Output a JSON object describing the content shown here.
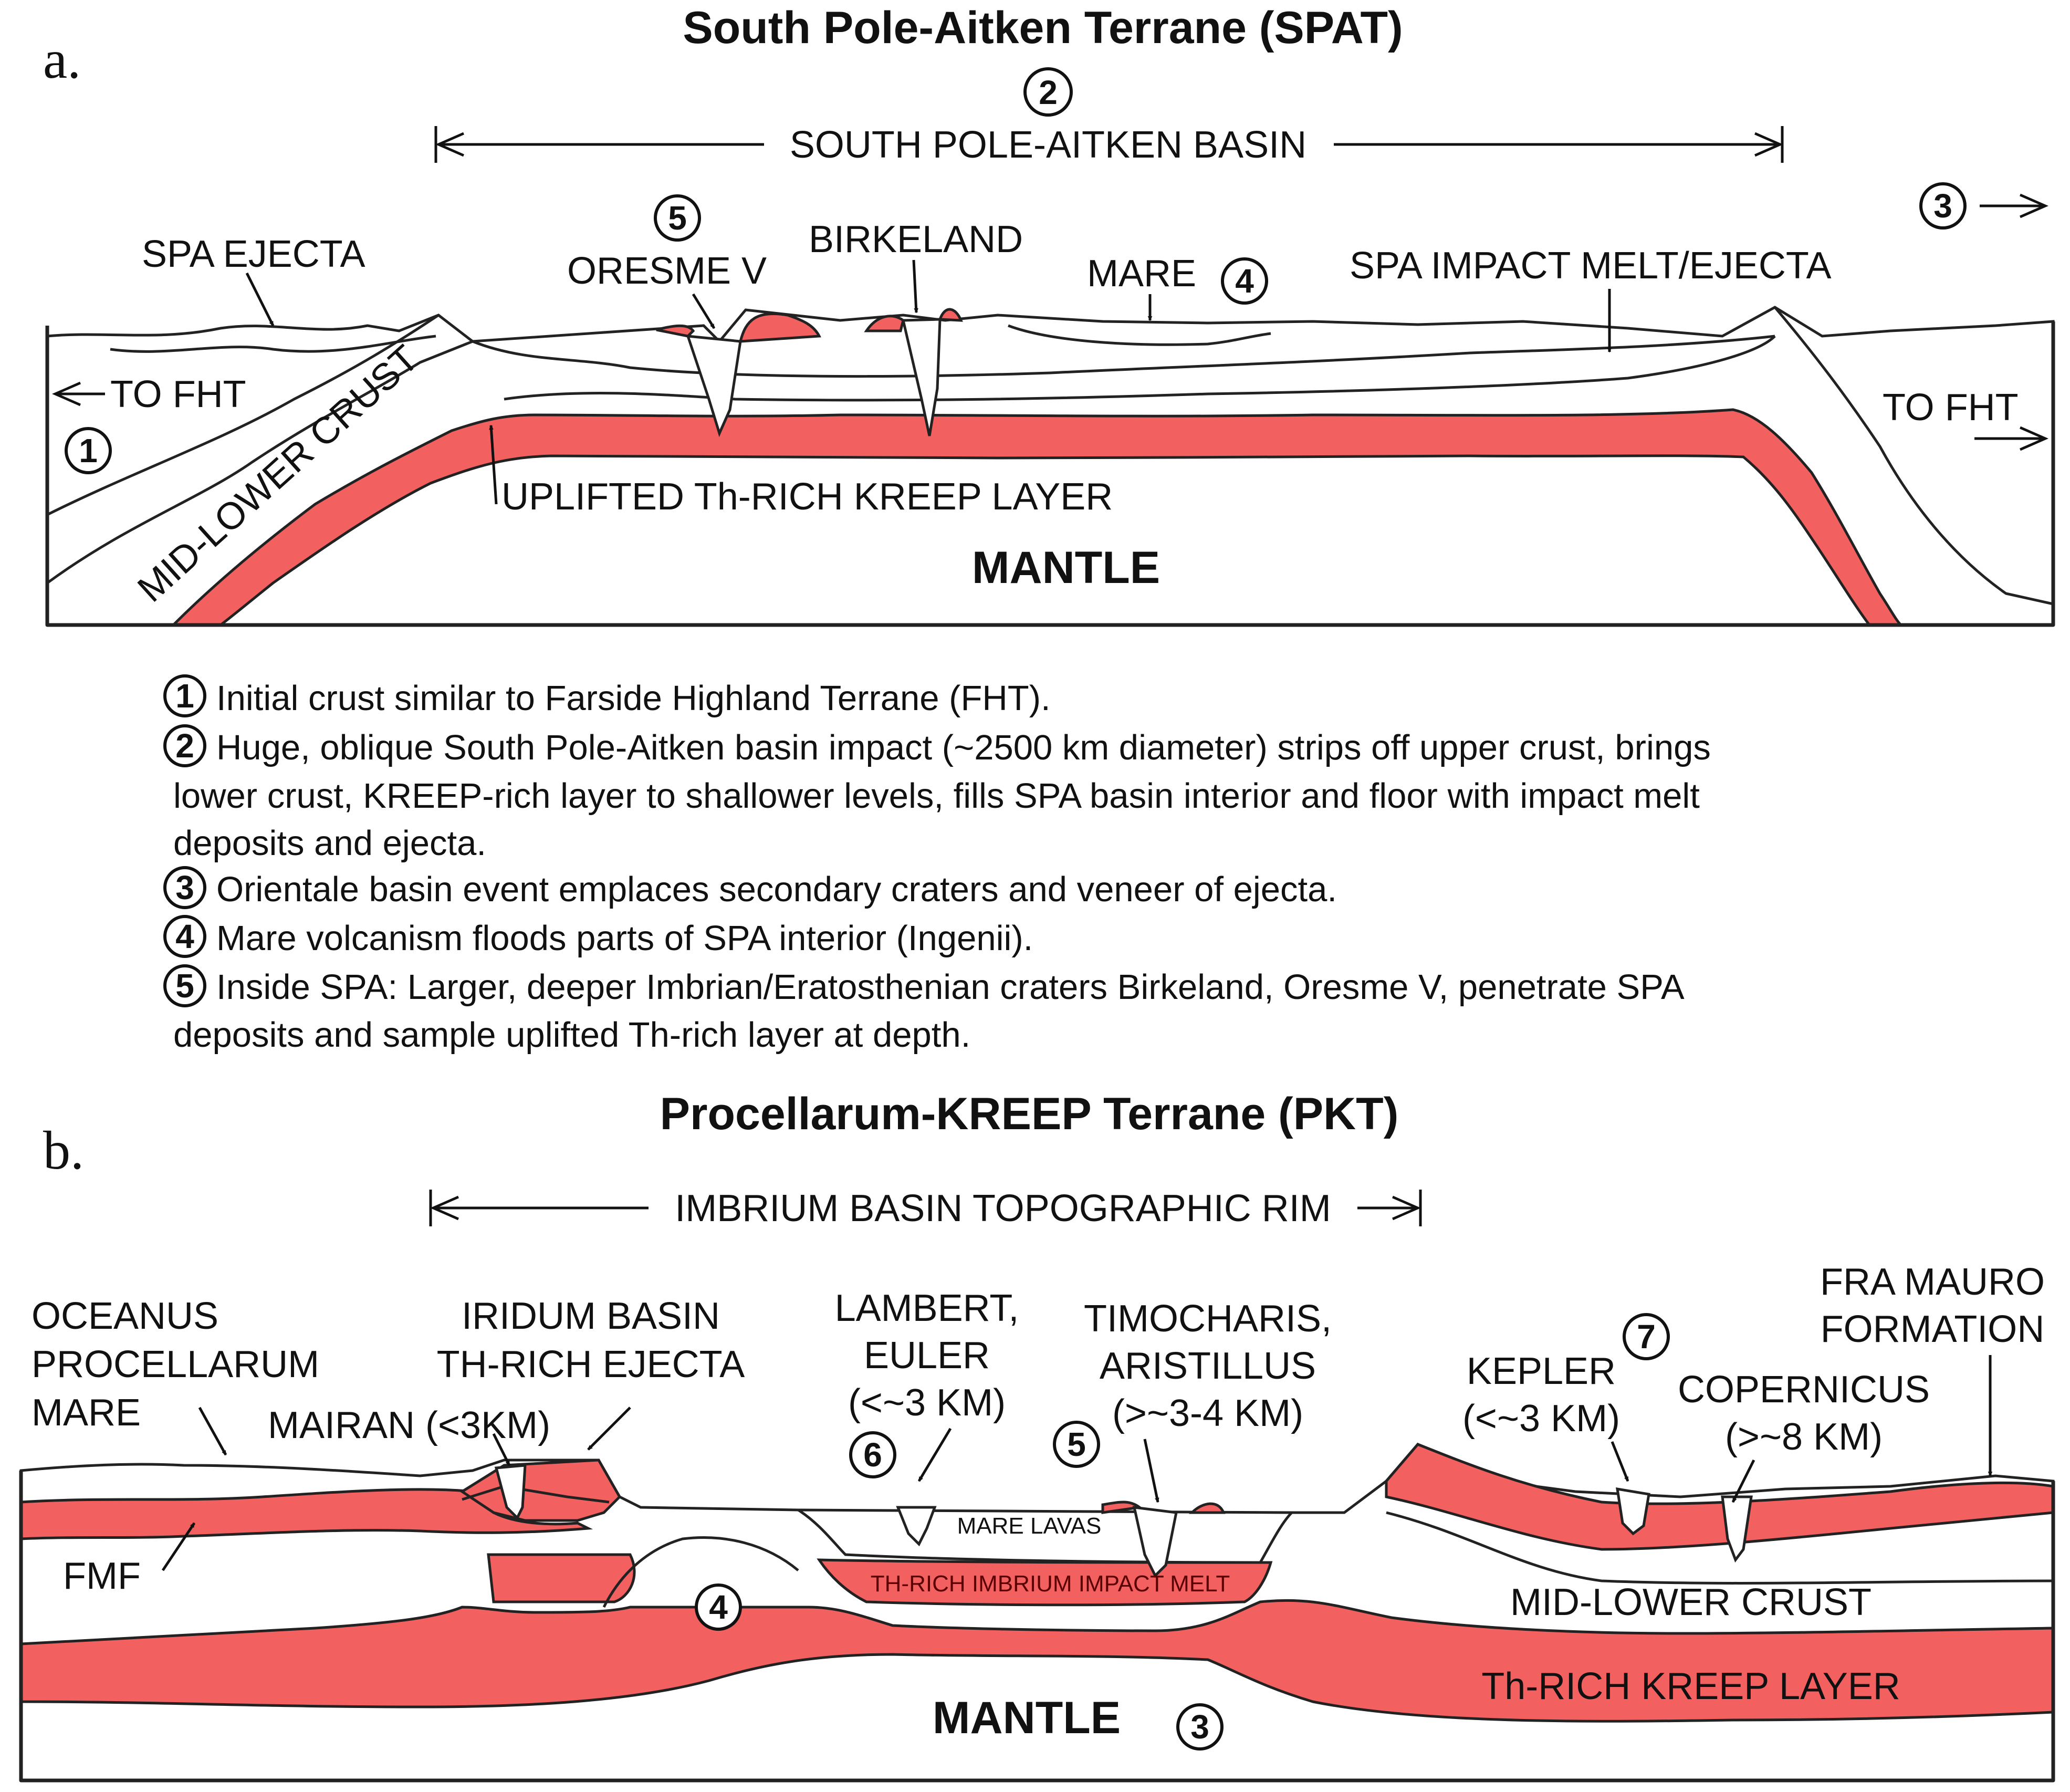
{
  "panel_a": {
    "letter": "a.",
    "title": "South Pole-Aitken Terrane (SPAT)",
    "basin_label": "SOUTH POLE-AITKEN BASIN",
    "labels": {
      "spa_ejecta": "SPA EJECTA",
      "oresme": "ORESME V",
      "birkeland": "BIRKELAND",
      "mare": "MARE",
      "impact_melt": "SPA IMPACT MELT/EJECTA",
      "to_fht_left": "TO FHT",
      "to_fht_right": "TO FHT",
      "mid_lower_crust": "MID-LOWER CRUST",
      "kreep_layer": "UPLIFTED Th-RICH KREEP LAYER",
      "mantle": "MANTLE"
    },
    "markers": {
      "m1": "1",
      "m2": "2",
      "m3": "3",
      "m4": "4",
      "m5": "5"
    }
  },
  "notes": {
    "n1": {
      "num": "1",
      "lines": [
        "Initial crust similar to Farside Highland Terrane (FHT)."
      ]
    },
    "n2": {
      "num": "2",
      "lines": [
        "Huge, oblique South Pole-Aitken basin impact (~2500 km diameter) strips off upper crust, brings",
        "lower crust, KREEP-rich layer to shallower levels, fills SPA basin interior and floor with impact melt",
        "deposits and ejecta."
      ]
    },
    "n3": {
      "num": "3",
      "lines": [
        "Orientale basin event emplaces secondary craters and veneer of ejecta."
      ]
    },
    "n4": {
      "num": "4",
      "lines": [
        "Mare volcanism floods parts of SPA interior (Ingenii)."
      ]
    },
    "n5": {
      "num": "5",
      "lines": [
        "Inside SPA: Larger, deeper Imbrian/Eratosthenian craters Birkeland, Oresme V, penetrate SPA",
        "deposits and sample uplifted Th-rich layer at depth."
      ]
    }
  },
  "panel_b": {
    "letter": "b.",
    "title": "Procellarum-KREEP Terrane (PKT)",
    "rim_label": "IMBRIUM BASIN TOPOGRAPHIC RIM",
    "labels": {
      "oceanus": [
        "OCEANUS",
        "PROCELLARUM",
        "MARE"
      ],
      "iridum": [
        "IRIDUM BASIN",
        "TH-RICH EJECTA"
      ],
      "mairan": "MAIRAN (<3KM)",
      "lambert": [
        "LAMBERT,",
        "EULER",
        "(<~3 KM)"
      ],
      "timocharis": [
        "TIMOCHARIS,",
        "ARISTILLUS",
        "(>~3-4 KM)"
      ],
      "kepler": [
        "KEPLER",
        "(<~3 KM)"
      ],
      "copernicus": [
        "COPERNICUS",
        "(>~8 KM)"
      ],
      "fra_mauro": [
        "FRA MAURO",
        "FORMATION"
      ],
      "fmf": "FMF",
      "mare_lavas": "MARE LAVAS",
      "th_melt": "TH-RICH IMBRIUM IMPACT MELT",
      "mid_lower_crust": "MID-LOWER CRUST",
      "kreep_layer": "Th-RICH KREEP LAYER",
      "mantle": "MANTLE"
    },
    "markers": {
      "m3": "3",
      "m4": "4",
      "m5": "5",
      "m6": "6",
      "m7": "7"
    }
  },
  "colors": {
    "kreep": "#f26060",
    "line": "#222222"
  }
}
